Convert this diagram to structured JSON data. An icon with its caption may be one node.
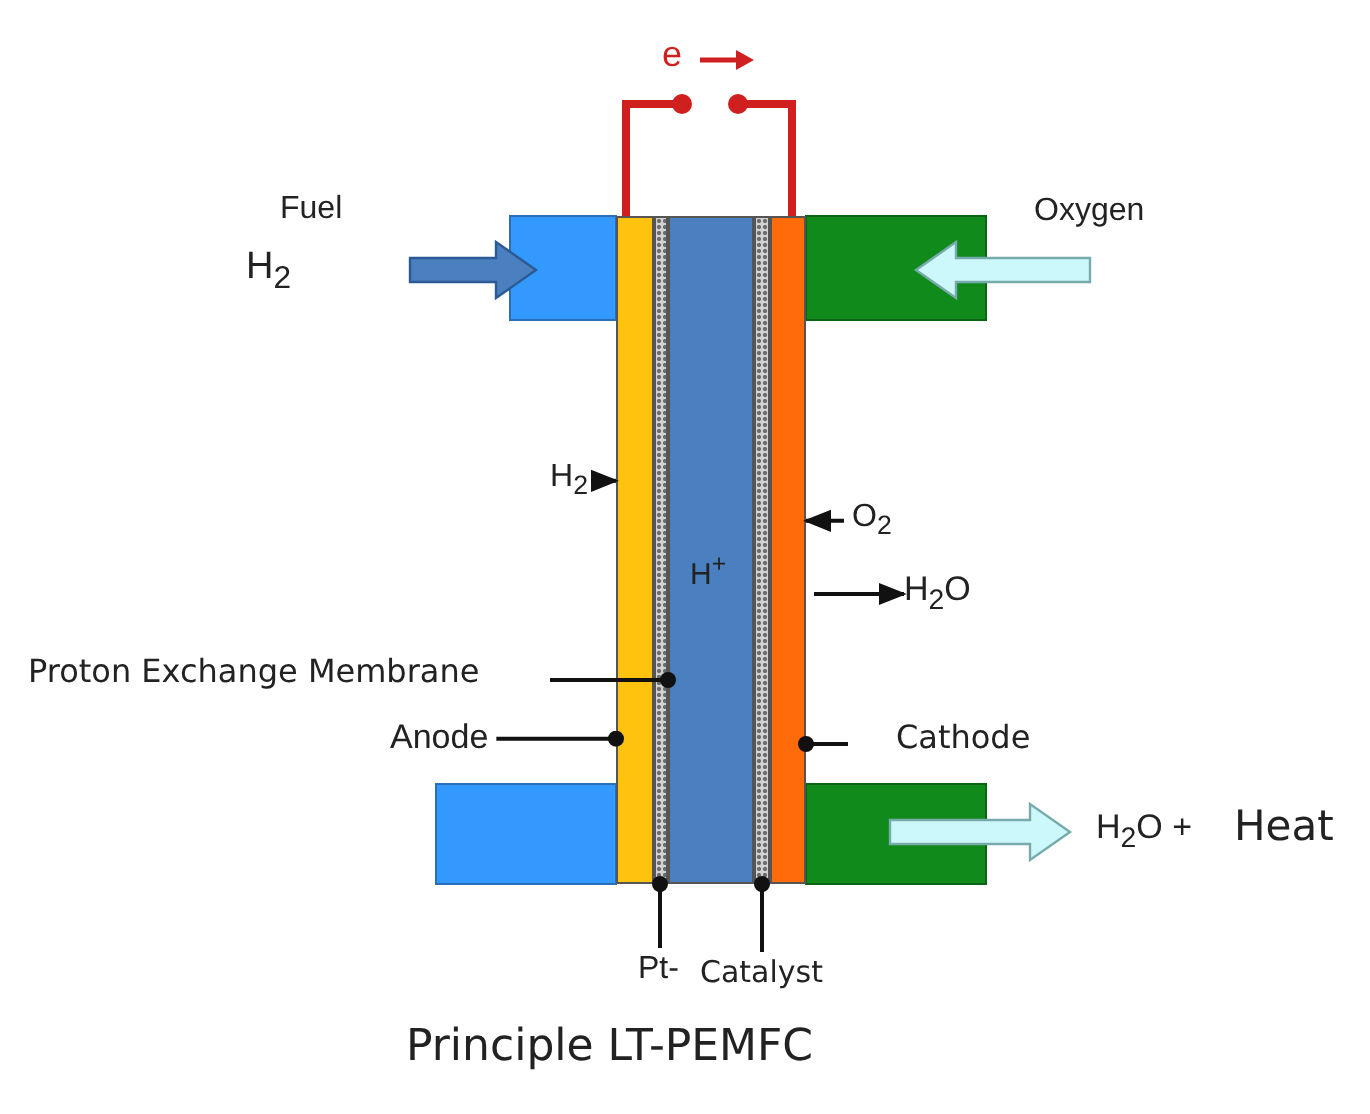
{
  "diagram": {
    "caption": "Principle LT-PEMFC",
    "nodes": [
      {
        "text": [
          "H$_{2}$"
        ]
      },
      {
        "text": [
          "O$_{2}$"
        ]
      },
      {
        "text": [
          "H$_{2}$O"
        ]
      },
      {
        "text": [
          "Proton Exchange Membrane"
        ]
      },
      {
        "text": [
          "Anode"
        ]
      },
      {
        "text": [
          "Cathode"
        ]
      },
      {
        "text": [
          "Pt-"
        ]
      },
      {
        "text": [
          "Catalyst"
        ]
      },
      {
        "text": [],
        "shape": "bar"
      },
      {
        "text": [],
        "shape": "bar"
      },
      {
        "text": [],
        "shape": "bar"
      },
      {
        "text": [],
        "shape": "bar"
      },
      {
        "text": [],
        "shape": "bar"
      }
    ],
    "edges": [
      {
        "from": 0,
        "to": 8,
        "arrow": "to"
      },
      {
        "from": 1,
        "to": 12,
        "arrow": "to"
      },
      {
        "from": 12,
        "to": 2,
        "arrow": "to"
      },
      {
        "from": 3,
        "to": 10,
        "arrow": "other"
      },
      {
        "from": 4,
        "to": 8,
        "arrow": "other"
      },
      {
        "from": 5,
        "to": 12,
        "arrow": "other"
      },
      {
        "from": 6,
        "to": 9,
        "arrow": "other"
      },
      {
        "from": 7,
        "to": 11,
        "arrow": "other"
      }
    ],
    "labels": [
      "e",
      "Fuel",
      "H$_{2}$",
      "Oxygen",
      "H$^{+}$",
      "H$_{2}$O +",
      "Heat"
    ]
  }
}
